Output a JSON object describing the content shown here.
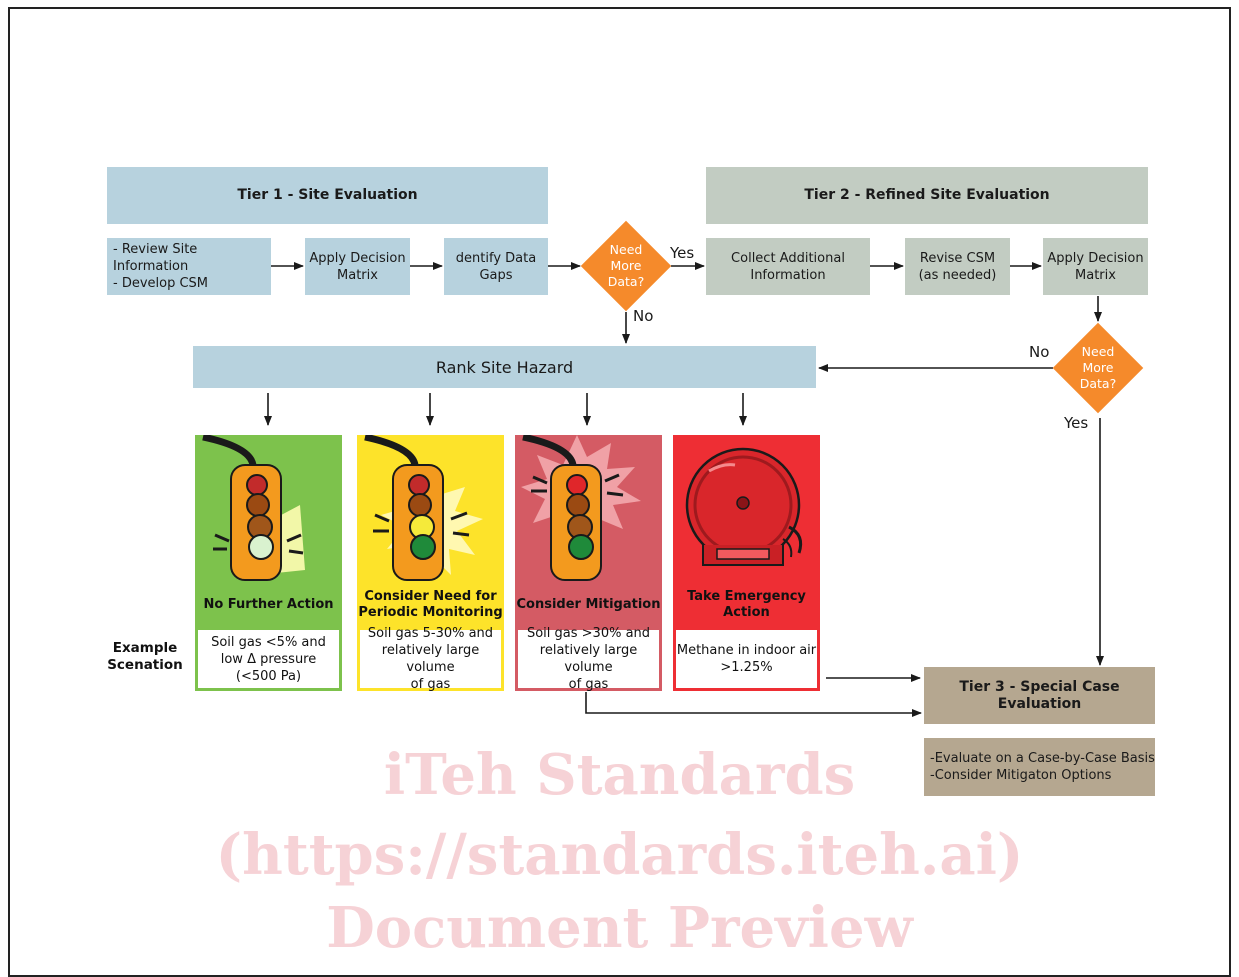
{
  "tier1": {
    "header": "Tier 1 - Site Evaluation",
    "steps": [
      "- Review Site Information\n- Develop CSM",
      "Apply Decision\nMatrix",
      "dentify Data\nGaps"
    ]
  },
  "decision1": {
    "text": "Need\nMore\nData?",
    "yes": "Yes",
    "no": "No"
  },
  "tier2": {
    "header": "Tier 2 - Refined Site Evaluation",
    "steps": [
      "Collect Additional\nInformation",
      "Revise CSM\n(as needed)",
      "Apply Decision\nMatrix"
    ]
  },
  "decision2": {
    "text": "Need\nMore\nData?",
    "no": "No",
    "yes": "Yes"
  },
  "rank": "Rank Site Hazard",
  "example_label": "Example\nScenation",
  "panels": [
    {
      "title": "No Further Action",
      "scenario": "Soil gas <5% and\nlow Δ pressure\n(<500 Pa)",
      "color": "#7dc24c"
    },
    {
      "title": "Consider Need for\nPeriodic Monitoring",
      "scenario": "Soil gas 5-30% and\nrelatively large volume\nof gas",
      "color": "#fde32a"
    },
    {
      "title": "Consider Mitigation",
      "scenario": "Soil gas >30% and\nrelatively large volume\nof gas",
      "color": "#d45b64"
    },
    {
      "title": "Take Emergency\nAction",
      "scenario": "Methane in indoor air\n>1.25%",
      "color": "#ee2e34"
    }
  ],
  "tier3": {
    "header": "Tier 3 - Special Case Evaluation",
    "notes": "-Evaluate on a Case-by-Case Basis\n-Consider Mitigaton Options"
  },
  "watermark": [
    "iTeh Standards",
    "(https://standards.iteh.ai)",
    "Document Preview"
  ]
}
